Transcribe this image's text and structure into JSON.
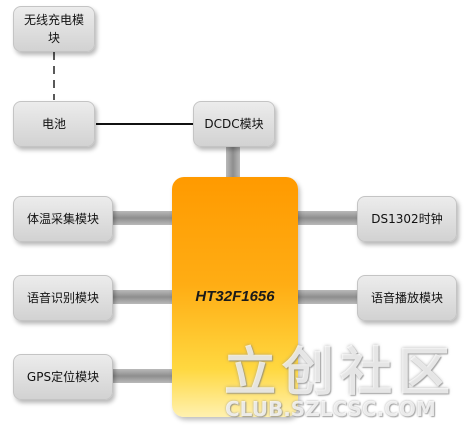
{
  "diagram": {
    "wireless_charging": "无线充电模块",
    "battery": "电池",
    "dcdc": "DCDC模块",
    "body_temp": "体温采集模块",
    "speech_recognition": "语音识别模块",
    "gps": "GPS定位模块",
    "mcu": "HT32F1656",
    "rtc": "DS1302时钟",
    "audio_playback": "语音播放模块"
  },
  "watermark": {
    "brand": "立创社区",
    "url": "CLUB.SZLCSC.COM"
  },
  "colors": {
    "mcu_top": "#ff9a00",
    "mcu_bottom": "#fff1b0",
    "module_fill": "#dcdcdc",
    "connector": "#9a9a9a"
  }
}
